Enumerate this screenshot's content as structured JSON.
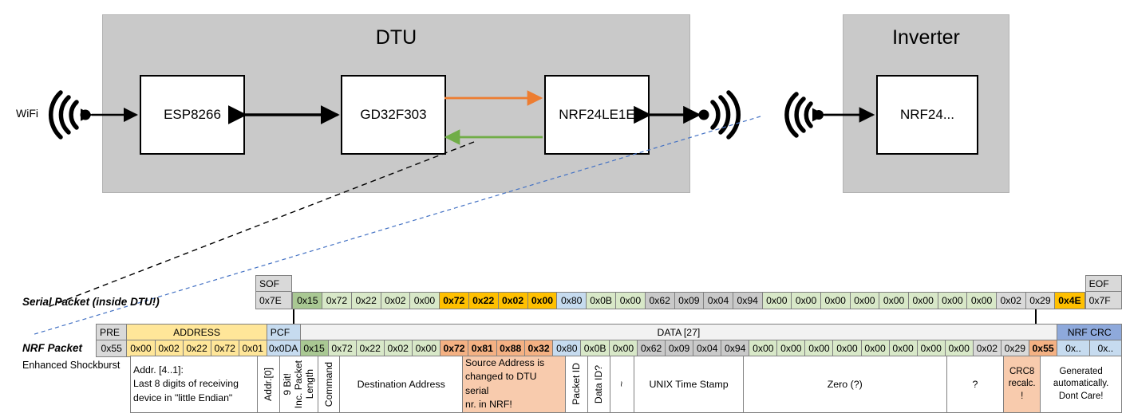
{
  "diagram": {
    "dtu": {
      "title": "DTU",
      "blocks": [
        {
          "label": "ESP8266"
        },
        {
          "label": "GD32F303"
        },
        {
          "label": "NRF24LE1E"
        }
      ],
      "wifi_label": "WiFi"
    },
    "inverter": {
      "title": "Inverter",
      "blocks": [
        {
          "label": "NRF24..."
        }
      ]
    },
    "arrow_colors": {
      "tx": "#ed7d31",
      "rx": "#70ad47",
      "link": "#000000",
      "callout_serial": "#000000",
      "callout_nrf": "#4472c4"
    }
  },
  "labels": {
    "serial_packet": "Serial Packet (inside DTU!)",
    "nrf_packet": "NRF Packet",
    "enhanced_shockburst": "Enhanced Shockburst"
  },
  "serial_packet": {
    "sof_header": "SOF",
    "eof_header": "EOF",
    "sof": "0x7E",
    "eof": "0x7F",
    "bytes": [
      {
        "v": "0x15",
        "c": "c-green-dark"
      },
      {
        "v": "0x72",
        "c": "c-green"
      },
      {
        "v": "0x22",
        "c": "c-green"
      },
      {
        "v": "0x02",
        "c": "c-green"
      },
      {
        "v": "0x00",
        "c": "c-green"
      },
      {
        "v": "0x72",
        "c": "c-yellow"
      },
      {
        "v": "0x22",
        "c": "c-yellow"
      },
      {
        "v": "0x02",
        "c": "c-yellow"
      },
      {
        "v": "0x00",
        "c": "c-yellow"
      },
      {
        "v": "0x80",
        "c": "c-blue"
      },
      {
        "v": "0x0B",
        "c": "c-green"
      },
      {
        "v": "0x00",
        "c": "c-green"
      },
      {
        "v": "0x62",
        "c": "c-gray"
      },
      {
        "v": "0x09",
        "c": "c-gray"
      },
      {
        "v": "0x04",
        "c": "c-gray"
      },
      {
        "v": "0x94",
        "c": "c-gray"
      },
      {
        "v": "0x00",
        "c": "c-green"
      },
      {
        "v": "0x00",
        "c": "c-green"
      },
      {
        "v": "0x00",
        "c": "c-green"
      },
      {
        "v": "0x00",
        "c": "c-green"
      },
      {
        "v": "0x00",
        "c": "c-green"
      },
      {
        "v": "0x00",
        "c": "c-green"
      },
      {
        "v": "0x00",
        "c": "c-green"
      },
      {
        "v": "0x00",
        "c": "c-green"
      },
      {
        "v": "0x02",
        "c": "c-gray-lt"
      },
      {
        "v": "0x29",
        "c": "c-gray-lt"
      },
      {
        "v": "0x4E",
        "c": "c-yellow"
      }
    ]
  },
  "nrf_packet": {
    "headers": {
      "pre": "PRE",
      "address": "ADDRESS",
      "pcf": "PCF",
      "data": "DATA [27]",
      "crc": "NRF CRC"
    },
    "pre": "0x55",
    "address": [
      "0x00",
      "0x02",
      "0x22",
      "0x72",
      "0x01"
    ],
    "pcf": "0x0DA",
    "crc": [
      "0x..",
      "0x.."
    ],
    "bytes": [
      {
        "v": "0x15",
        "c": "c-green-dark"
      },
      {
        "v": "0x72",
        "c": "c-green"
      },
      {
        "v": "0x22",
        "c": "c-green"
      },
      {
        "v": "0x02",
        "c": "c-green"
      },
      {
        "v": "0x00",
        "c": "c-green"
      },
      {
        "v": "0x72",
        "c": "c-orange"
      },
      {
        "v": "0x81",
        "c": "c-orange"
      },
      {
        "v": "0x88",
        "c": "c-orange"
      },
      {
        "v": "0x32",
        "c": "c-orange"
      },
      {
        "v": "0x80",
        "c": "c-blue"
      },
      {
        "v": "0x0B",
        "c": "c-green"
      },
      {
        "v": "0x00",
        "c": "c-green"
      },
      {
        "v": "0x62",
        "c": "c-gray"
      },
      {
        "v": "0x09",
        "c": "c-gray"
      },
      {
        "v": "0x04",
        "c": "c-gray"
      },
      {
        "v": "0x94",
        "c": "c-gray"
      },
      {
        "v": "0x00",
        "c": "c-green"
      },
      {
        "v": "0x00",
        "c": "c-green"
      },
      {
        "v": "0x00",
        "c": "c-green"
      },
      {
        "v": "0x00",
        "c": "c-green"
      },
      {
        "v": "0x00",
        "c": "c-green"
      },
      {
        "v": "0x00",
        "c": "c-green"
      },
      {
        "v": "0x00",
        "c": "c-green"
      },
      {
        "v": "0x00",
        "c": "c-green"
      },
      {
        "v": "0x02",
        "c": "c-gray-lt"
      },
      {
        "v": "0x29",
        "c": "c-gray-lt"
      },
      {
        "v": "0x55",
        "c": "c-orange"
      }
    ],
    "annotations": {
      "address_note": "Addr. [4..1]:\nLast 8 digits of receiving device in \"little Endian\"",
      "addr0": "Addr.[0]",
      "pcf_note": "9 Bit!",
      "pcf_note2": "Inc. Packet",
      "pcf_note3": "Length",
      "command": "Command",
      "destination_address": "Destination Address",
      "source_address": "Source Address is changed to DTU serial nr. in NRF!",
      "packet_id": "Packet ID",
      "data_id": "Data ID?",
      "tilde": "~",
      "unix_time_stamp": "UNIX Time Stamp",
      "zero": "Zero (?)",
      "question": "?",
      "crc8": "CRC8 recalc. !",
      "crc_note": "Generated automatically. Dont Care!"
    }
  }
}
